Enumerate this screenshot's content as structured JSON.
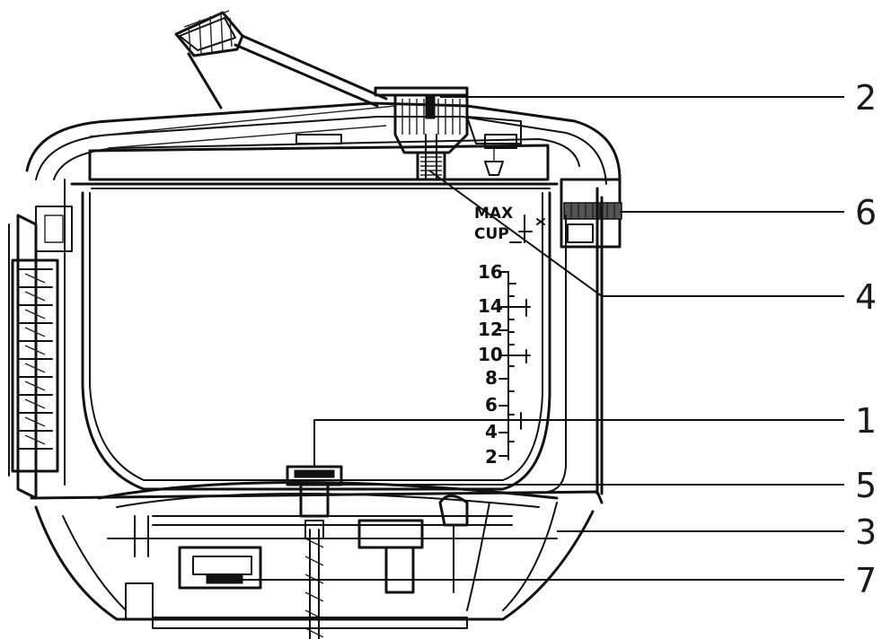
{
  "diagram": {
    "callouts": [
      {
        "id": "2",
        "label": "2"
      },
      {
        "id": "6",
        "label": "6"
      },
      {
        "id": "4",
        "label": "4"
      },
      {
        "id": "1",
        "label": "1"
      },
      {
        "id": "5",
        "label": "5"
      },
      {
        "id": "3",
        "label": "3"
      },
      {
        "id": "7",
        "label": "7"
      }
    ],
    "fill_marks": {
      "max": "MAX",
      "cup": "CUP"
    },
    "scale_marks": [
      "16",
      "14",
      "12",
      "10",
      "8",
      "6",
      "4",
      "2"
    ]
  }
}
